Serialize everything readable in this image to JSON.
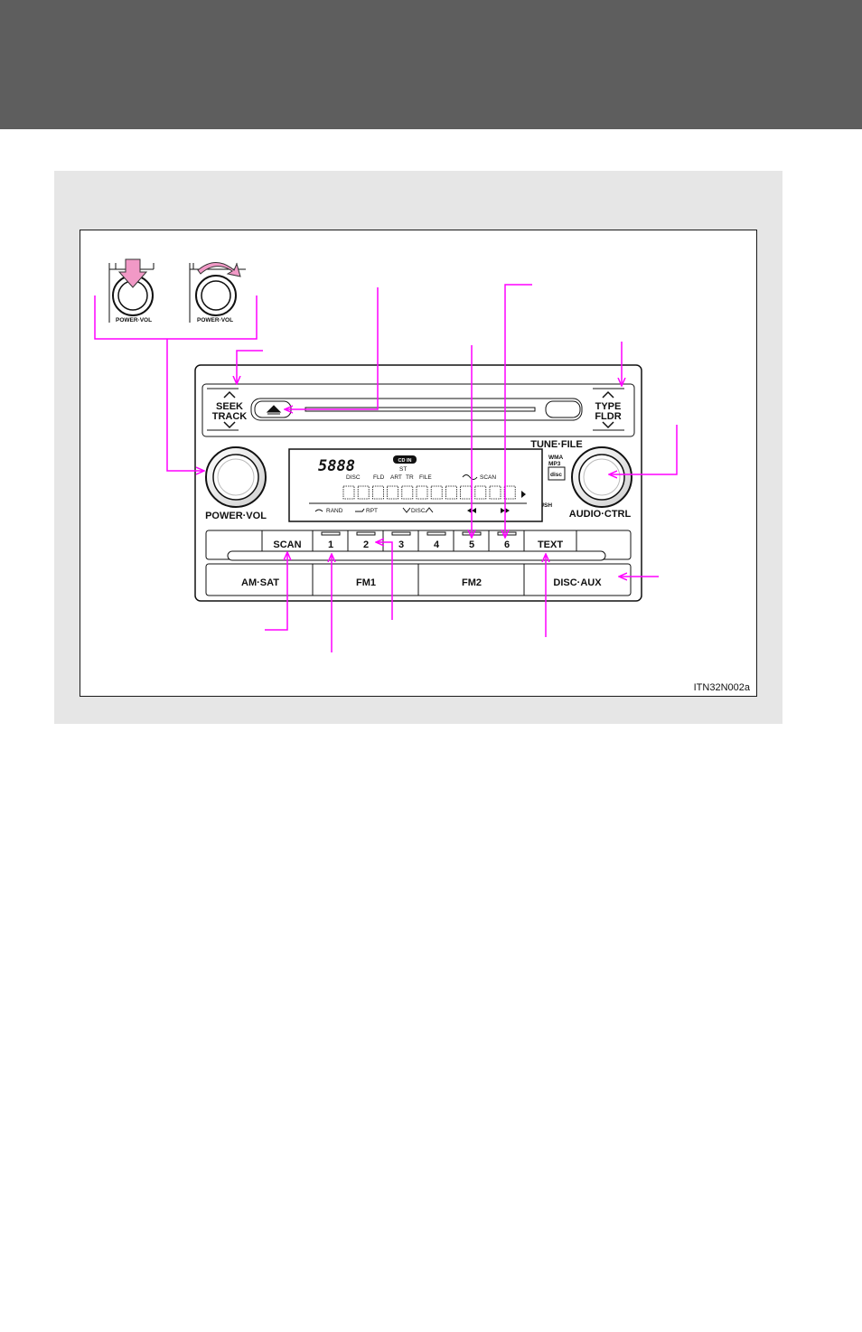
{
  "figure": {
    "code": "ITN32N002a",
    "accent_color": "#ff00ff",
    "inset_knob_label": "POWER·VOL"
  },
  "radio": {
    "seek_track_label": [
      "SEEK",
      "TRACK"
    ],
    "type_fldr_label": [
      "TYPE",
      "FLDR"
    ],
    "power_vol_label": "POWER·VOL",
    "tune_file_label": "TUNE·FILE",
    "push_label": "PUSH",
    "audio_ctrl_label": "AUDIO·CTRL",
    "wma_label": "WMA",
    "mp3_label": "MP3",
    "disc_logo_label": "disc",
    "display": {
      "cd_in": "CD IN",
      "st": "ST",
      "disc": "DISC",
      "fld": "FLD",
      "art": "ART",
      "tr": "TR",
      "file": "FILE",
      "scan": "SCAN",
      "rand": "RAND",
      "rpt": "RPT",
      "disc_updown": "DISC",
      "segment_digits": "5888"
    },
    "presets": [
      "1",
      "2",
      "3",
      "4",
      "5",
      "6"
    ],
    "scan_button": "SCAN",
    "text_button": "TEXT",
    "bottom_buttons": [
      "AM·SAT",
      "FM1",
      "FM2",
      "DISC·AUX"
    ]
  }
}
